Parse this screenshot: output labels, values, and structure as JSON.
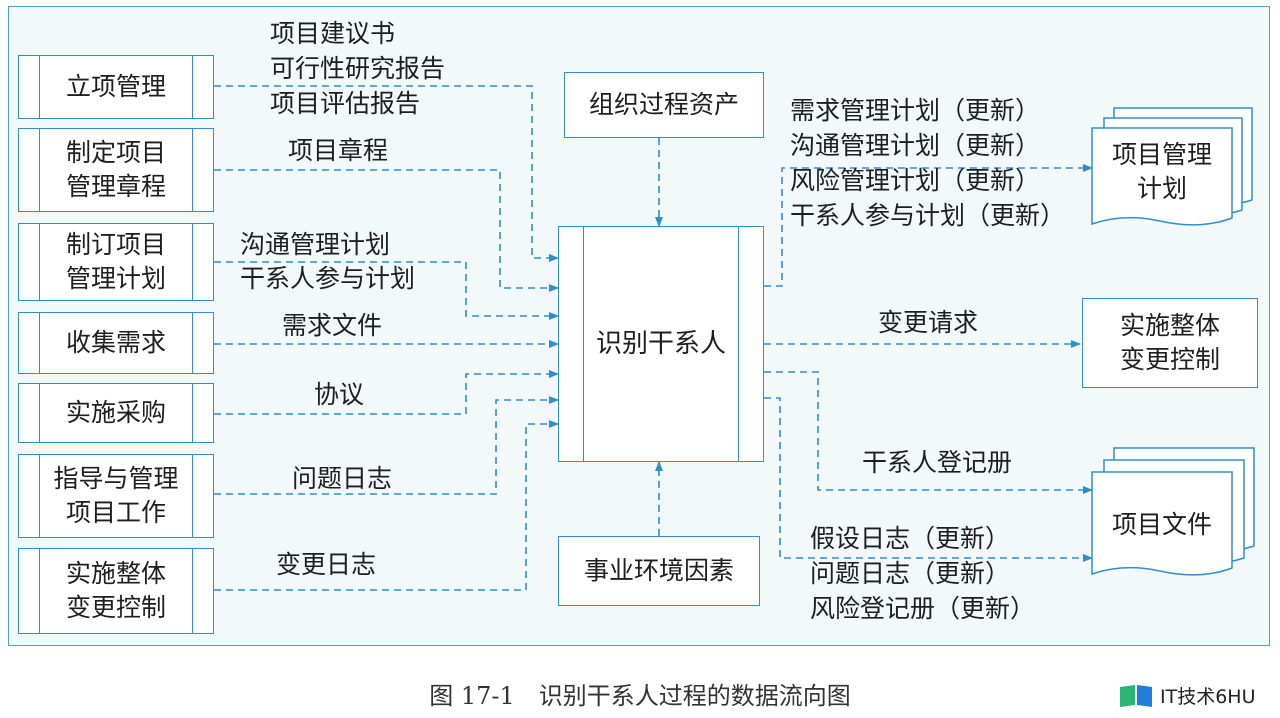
{
  "center": "识别干系人",
  "top_input": "组织过程资产",
  "bottom_input": "事业环境因素",
  "inputs": [
    {
      "process": [
        "立项管理"
      ],
      "data": [
        "项目建议书",
        "可行性研究报告",
        "项目评估报告"
      ]
    },
    {
      "process": [
        "制定项目",
        "管理章程"
      ],
      "data": [
        "项目章程"
      ]
    },
    {
      "process": [
        "制订项目",
        "管理计划"
      ],
      "data": [
        "沟通管理计划",
        "干系人参与计划"
      ]
    },
    {
      "process": [
        "收集需求"
      ],
      "data": [
        "需求文件"
      ]
    },
    {
      "process": [
        "实施采购"
      ],
      "data": [
        "协议"
      ]
    },
    {
      "process": [
        "指导与管理",
        "项目工作"
      ],
      "data": [
        "问题日志"
      ]
    },
    {
      "process": [
        "实施整体",
        "变更控制"
      ],
      "data": [
        "变更日志"
      ]
    }
  ],
  "outputs": {
    "plan_doc": [
      "项目管理",
      "计划"
    ],
    "plan_updates": [
      "需求管理计划（更新）",
      "沟通管理计划（更新）",
      "风险管理计划（更新）",
      "干系人参与计划（更新）"
    ],
    "change_request": "变更请求",
    "change_control": [
      "实施整体",
      "变更控制"
    ],
    "register": "干系人登记册",
    "project_docs": "项目文件",
    "doc_updates": [
      "假设日志（更新）",
      "问题日志（更新）",
      "风险登记册（更新）"
    ]
  },
  "caption": "图 17-1　识别干系人过程的数据流向图",
  "watermark": "IT技术6HU",
  "colors": {
    "line": "#2c8fd0",
    "frame": "#4aa0d8",
    "bg": "#f3f8fb"
  }
}
